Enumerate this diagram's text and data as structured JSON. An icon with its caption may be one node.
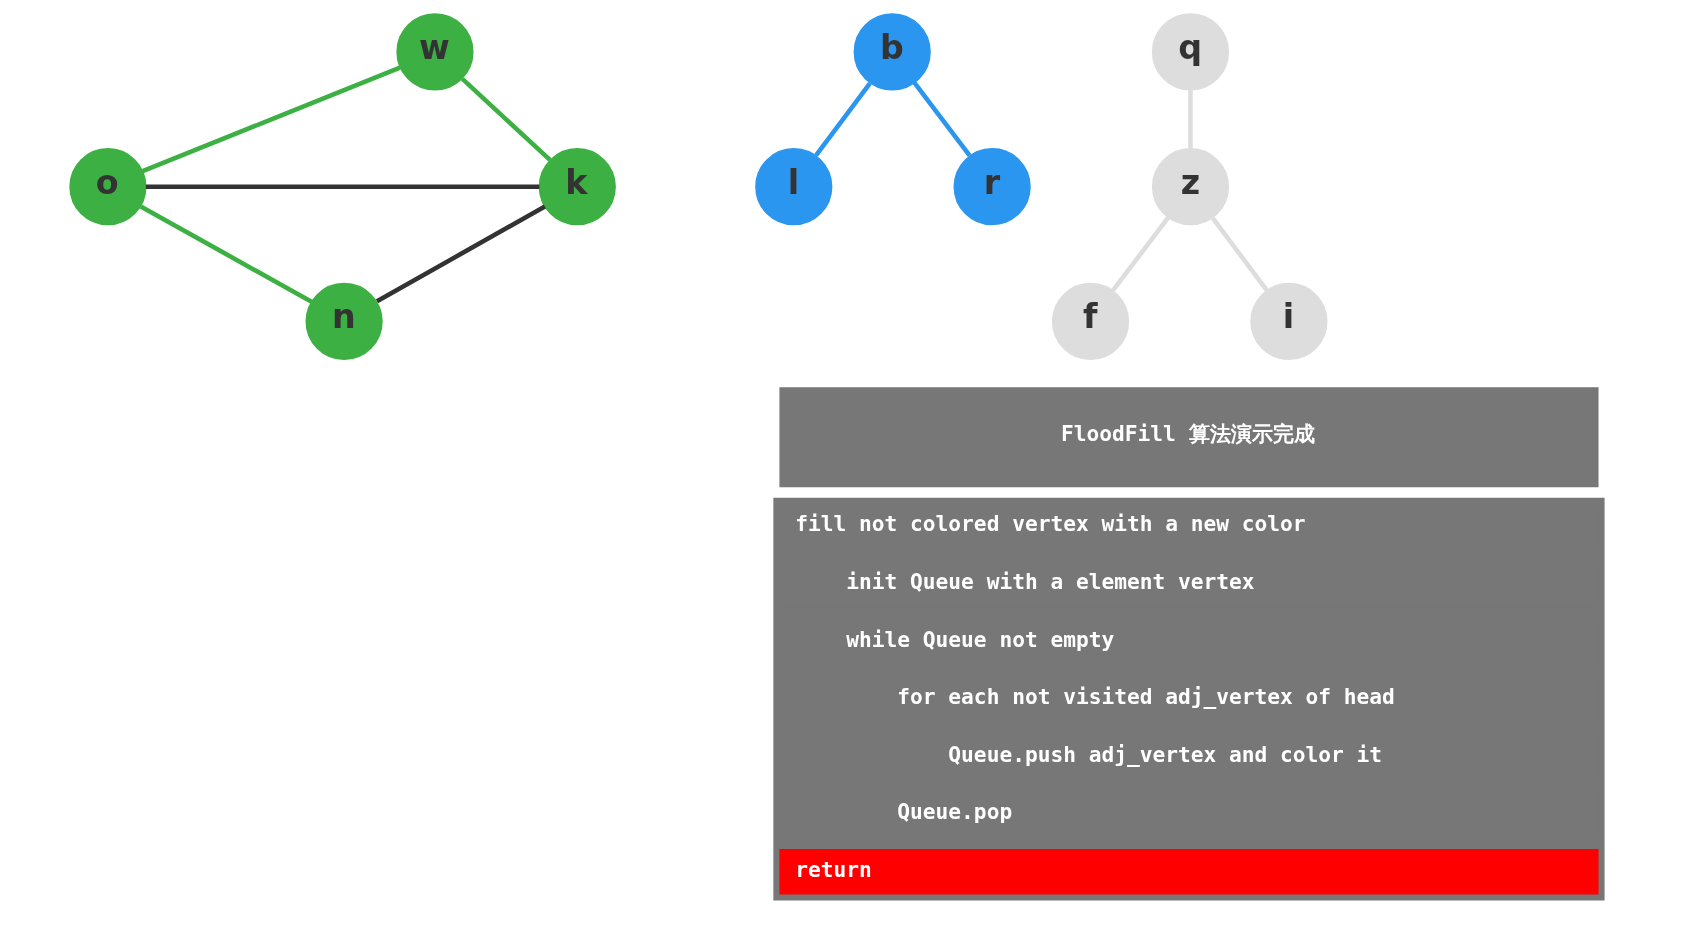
{
  "diagram": {
    "nodes": [
      {
        "text": [
          "w"
        ]
      },
      {
        "text": [
          "o"
        ]
      },
      {
        "text": [
          "k"
        ]
      },
      {
        "text": [
          "n"
        ]
      },
      {
        "text": [
          "b"
        ]
      },
      {
        "text": [
          "l"
        ]
      },
      {
        "text": [
          "r"
        ]
      },
      {
        "text": [
          "q"
        ]
      },
      {
        "text": [
          "z"
        ]
      },
      {
        "text": [
          "f"
        ]
      },
      {
        "text": [
          "i"
        ]
      },
      {
        "text": [
          "FloodFill 算法演示完成"
        ]
      },
      {
        "text": [],
        "shape": "box"
      },
      {
        "text": [
          "fill not colored vertex with a new color"
        ],
        "in": 12
      },
      {
        "text": [
          "init Queue with a element vertex"
        ],
        "in": 12
      },
      {
        "text": [
          "while Queue not empty"
        ],
        "in": 12
      },
      {
        "text": [
          "for each not visited adj_vertex of head"
        ],
        "in": 12
      },
      {
        "text": [
          "Queue.push adj_vertex and color it"
        ],
        "in": 12
      },
      {
        "text": [
          "Queue.pop"
        ],
        "in": 12
      },
      {
        "text": [
          "return"
        ],
        "in": 12
      }
    ],
    "edges": [
      {
        "from": 0,
        "to": 1,
        "arrow": "none",
        "color": "#3db043"
      },
      {
        "from": 0,
        "to": 2,
        "arrow": "none",
        "color": "#3db043"
      },
      {
        "from": 1,
        "to": 2,
        "arrow": "none",
        "color": "#333333"
      },
      {
        "from": 1,
        "to": 3,
        "arrow": "none",
        "color": "#3db043"
      },
      {
        "from": 2,
        "to": 3,
        "arrow": "none",
        "color": "#333333"
      },
      {
        "from": 4,
        "to": 5,
        "arrow": "none",
        "color": "#2b96f0"
      },
      {
        "from": 4,
        "to": 6,
        "arrow": "none",
        "color": "#2b96f0"
      },
      {
        "from": 7,
        "to": 8,
        "arrow": "none",
        "color": "#dddddd"
      },
      {
        "from": 8,
        "to": 9,
        "arrow": "none",
        "color": "#dddddd"
      },
      {
        "from": 8,
        "to": 10,
        "arrow": "none",
        "color": "#dddddd"
      }
    ]
  }
}
